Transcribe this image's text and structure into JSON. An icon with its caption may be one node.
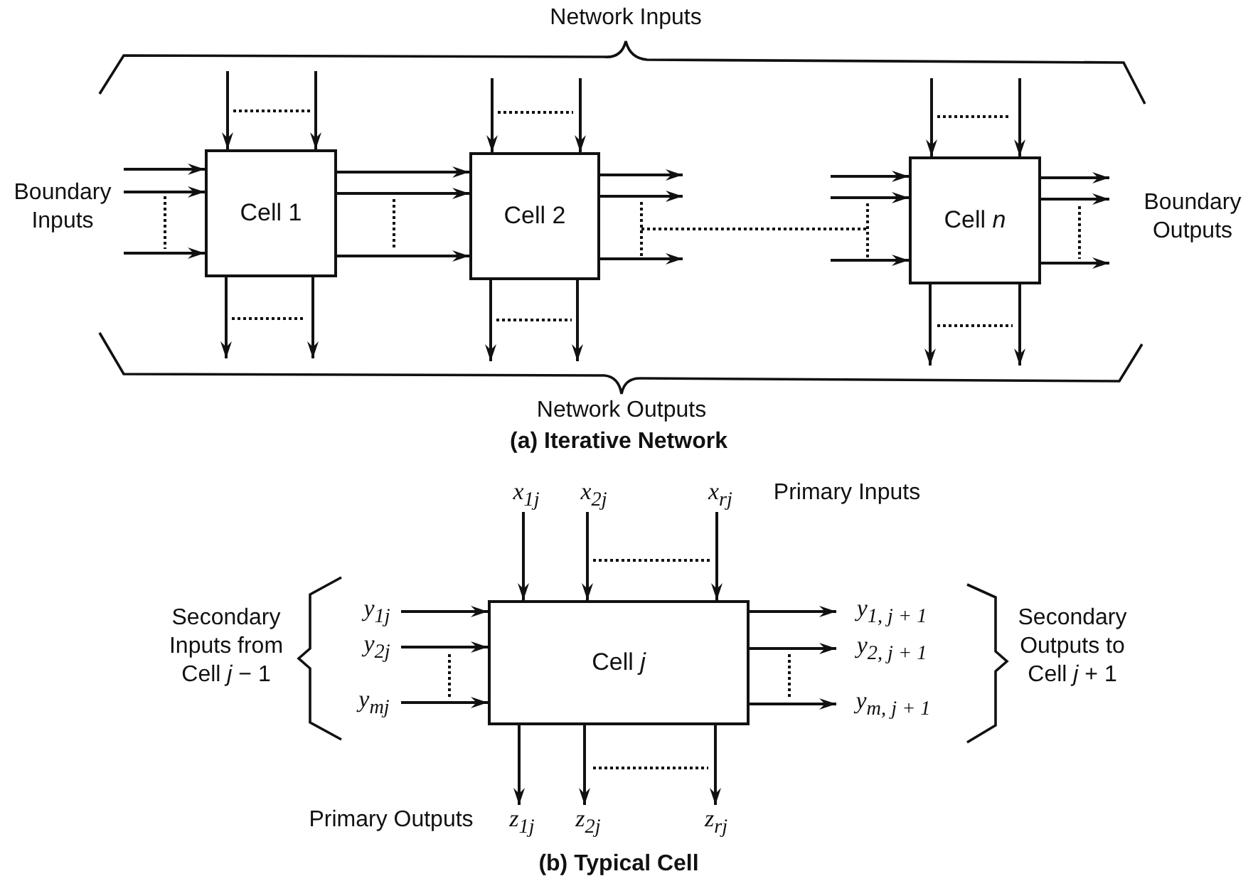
{
  "diagram": {
    "nodes": [
      {
        "text": [
          "Cell 1"
        ]
      },
      {
        "text": [
          "Cell 2"
        ]
      },
      {
        "text": [
          "Cell *n*"
        ]
      },
      {
        "text": [
          "*x*$_{1j}$"
        ]
      },
      {
        "text": [
          "*x*$_{2j}$"
        ]
      },
      {
        "text": [
          "*x*$_{rj}$"
        ]
      },
      {
        "text": [
          "*y*$_{1j}$"
        ]
      },
      {
        "text": [
          "*y*$_{2j}$"
        ]
      },
      {
        "text": [
          "*y*$_{mj}$"
        ]
      },
      {
        "text": [
          "Cell *j*"
        ]
      },
      {
        "text": [
          "*y*$_{1, j + 1}$"
        ]
      },
      {
        "text": [
          "*y*$_{2, j + 1}$"
        ]
      },
      {
        "text": [
          "*y*$_{m, j + 1}$"
        ]
      },
      {
        "text": [
          "*z*$_{1j}$"
        ]
      },
      {
        "text": [
          "*z*$_{2j}$"
        ]
      },
      {
        "text": [
          "*z*$_{rj}$"
        ]
      }
    ],
    "edges": [
      {
        "from": null,
        "to": 0,
        "arrow": "to"
      },
      {
        "from": null,
        "to": 0,
        "arrow": "to"
      },
      {
        "from": null,
        "to": 0,
        "arrow": "to"
      },
      {
        "from": null,
        "to": 0,
        "arrow": "to"
      },
      {
        "from": null,
        "to": 0,
        "arrow": "to"
      },
      {
        "from": 0,
        "to": 1,
        "arrow": "to"
      },
      {
        "from": 0,
        "to": 1,
        "arrow": "to"
      },
      {
        "from": 0,
        "to": 1,
        "arrow": "to"
      },
      {
        "from": 0,
        "to": null,
        "arrow": "to"
      },
      {
        "from": 0,
        "to": null,
        "arrow": "to"
      },
      {
        "from": null,
        "to": 1,
        "arrow": "to"
      },
      {
        "from": null,
        "to": 1,
        "arrow": "to"
      },
      {
        "from": 1,
        "to": null,
        "arrow": "to"
      },
      {
        "from": 1,
        "to": null,
        "arrow": "to"
      },
      {
        "from": 1,
        "to": null,
        "arrow": "to"
      },
      {
        "from": 1,
        "to": null,
        "arrow": "to"
      },
      {
        "from": 1,
        "to": null,
        "arrow": "to"
      },
      {
        "from": null,
        "to": 2,
        "arrow": "to"
      },
      {
        "from": null,
        "to": 2,
        "arrow": "to"
      },
      {
        "from": null,
        "to": 2,
        "arrow": "to"
      },
      {
        "from": null,
        "to": 2,
        "arrow": "to"
      },
      {
        "from": null,
        "to": 2,
        "arrow": "to"
      },
      {
        "from": 2,
        "to": null,
        "arrow": "to"
      },
      {
        "from": 2,
        "to": null,
        "arrow": "to"
      },
      {
        "from": 2,
        "to": null,
        "arrow": "to"
      },
      {
        "from": 2,
        "to": null,
        "arrow": "to"
      },
      {
        "from": 2,
        "to": null,
        "arrow": "to"
      },
      {
        "from": 3,
        "to": 9,
        "arrow": "to"
      },
      {
        "from": 4,
        "to": 9,
        "arrow": "to"
      },
      {
        "from": 5,
        "to": 9,
        "arrow": "to"
      },
      {
        "from": 6,
        "to": 9,
        "arrow": "to"
      },
      {
        "from": 7,
        "to": 9,
        "arrow": "to"
      },
      {
        "from": 8,
        "to": 9,
        "arrow": "to"
      },
      {
        "from": 9,
        "to": 10,
        "arrow": "to"
      },
      {
        "from": 9,
        "to": 11,
        "arrow": "to"
      },
      {
        "from": 9,
        "to": 12,
        "arrow": "to"
      },
      {
        "from": 9,
        "to": 13,
        "arrow": "to"
      },
      {
        "from": 9,
        "to": 14,
        "arrow": "to"
      },
      {
        "from": 9,
        "to": 15,
        "arrow": "to"
      }
    ],
    "labels": [
      "Network Inputs",
      "Boundary Inputs",
      "Boundary Outputs",
      "Network Outputs",
      "(a) Iterative Network",
      "Primary Inputs",
      "Secondary Inputs from Cell *j* − 1",
      "Secondary Outputs to Cell *j* + 1",
      "Primary Outputs",
      "(b) Typical Cell"
    ]
  }
}
